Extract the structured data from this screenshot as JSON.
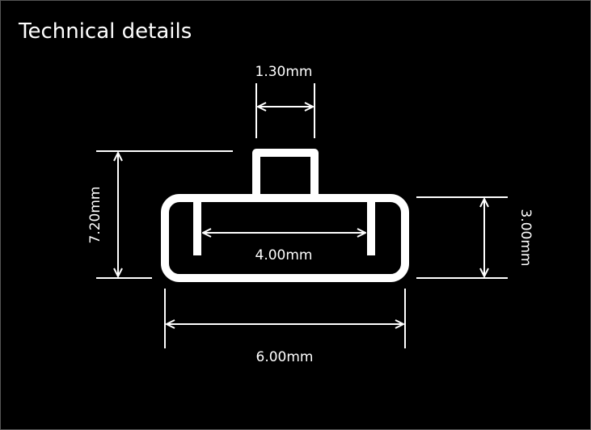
{
  "title": "Technical details",
  "dimensions": {
    "stem_width": "1.30mm",
    "total_height": "7.20mm",
    "inner_width": "4.00mm",
    "body_height": "3.00mm",
    "total_width": "6.00mm"
  },
  "colors": {
    "background": "#000000",
    "foreground": "#ffffff"
  }
}
